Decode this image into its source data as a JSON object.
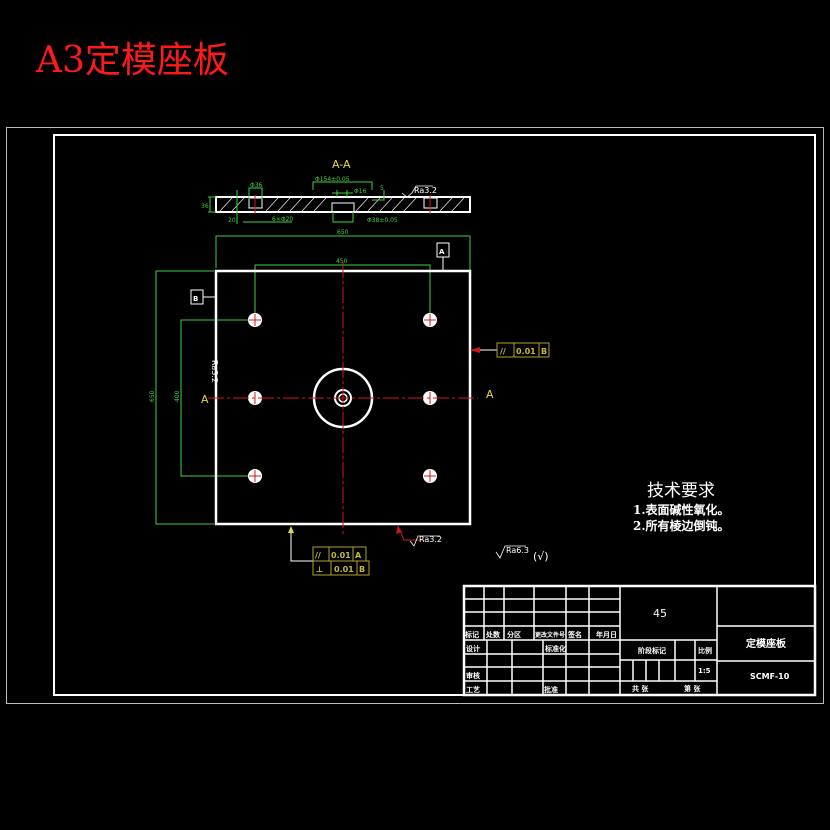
{
  "title": "A3定模座板",
  "colors": {
    "title": "#ff1a1a",
    "dimension": "#3fcf3f",
    "centerline": "#d01818",
    "tolerance": "#c8b83a",
    "outline": "#ffffff"
  },
  "section": {
    "label": "A-A",
    "dims": {
      "bore": "Φ154±0.05",
      "small_bore": "Φ16",
      "counterbore": "Φ36",
      "depth": "5",
      "thickness": "36",
      "hole_depth": "20",
      "holes": "6×Φ20",
      "center_bore": "Φ38±0.05"
    },
    "roughness": "Ra3.2"
  },
  "plan": {
    "width": "650",
    "hole_span_x": "450",
    "height": "650",
    "hole_span_y": "400",
    "datum_a": "A",
    "datum_b": "B",
    "section_mark_left": "A",
    "section_mark_right": "A",
    "roughness_left": "Ra3.2",
    "roughness_bottom": "Ra3.2",
    "tol_right": {
      "symbol": "//",
      "value": "0.01",
      "datum": "B"
    },
    "tol_bottom": [
      {
        "symbol": "//",
        "value": "0.01",
        "datum": "A"
      },
      {
        "symbol": "⊥",
        "value": "0.01",
        "datum": "B"
      }
    ]
  },
  "general_roughness": {
    "value": "Ra6.3",
    "suffix": "(√)"
  },
  "tech_requirements": {
    "heading": "技术要求",
    "items": [
      "1.表面碱性氧化。",
      "2.所有棱边倒钝。"
    ]
  },
  "title_block": {
    "headers": [
      "标记",
      "处数",
      "分区",
      "更改文件号",
      "签名",
      "年月日"
    ],
    "design": "设计",
    "standard": "标准化",
    "review": "审核",
    "process": "工艺",
    "approve": "批准",
    "material": "45",
    "stage": "阶段标记",
    "weight_scale_label": "比例",
    "scale": "1:5",
    "sheets": "共  张",
    "sheet_no": "第  张",
    "part_name": "定模座板",
    "drawing_no": "SCMF-10"
  }
}
